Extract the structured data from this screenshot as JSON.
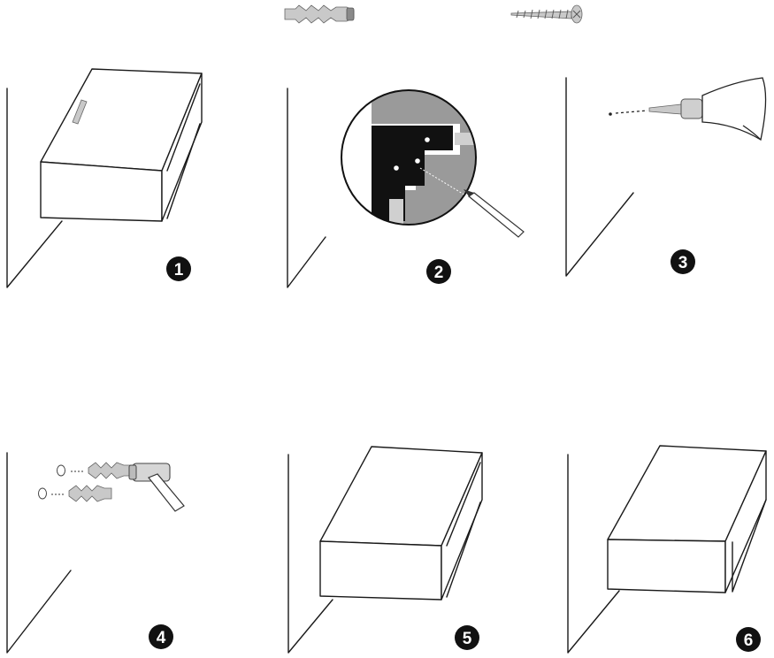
{
  "steps": [
    {
      "number": "1"
    },
    {
      "number": "2"
    },
    {
      "number": "3"
    },
    {
      "number": "4"
    },
    {
      "number": "5"
    },
    {
      "number": "6"
    }
  ],
  "icons": {
    "top_left": "wall-anchor-icon",
    "top_right": "screw-icon"
  },
  "colors": {
    "line": "#1a1a1a",
    "badge": "#111111",
    "hardware": "#c9c9c9"
  }
}
